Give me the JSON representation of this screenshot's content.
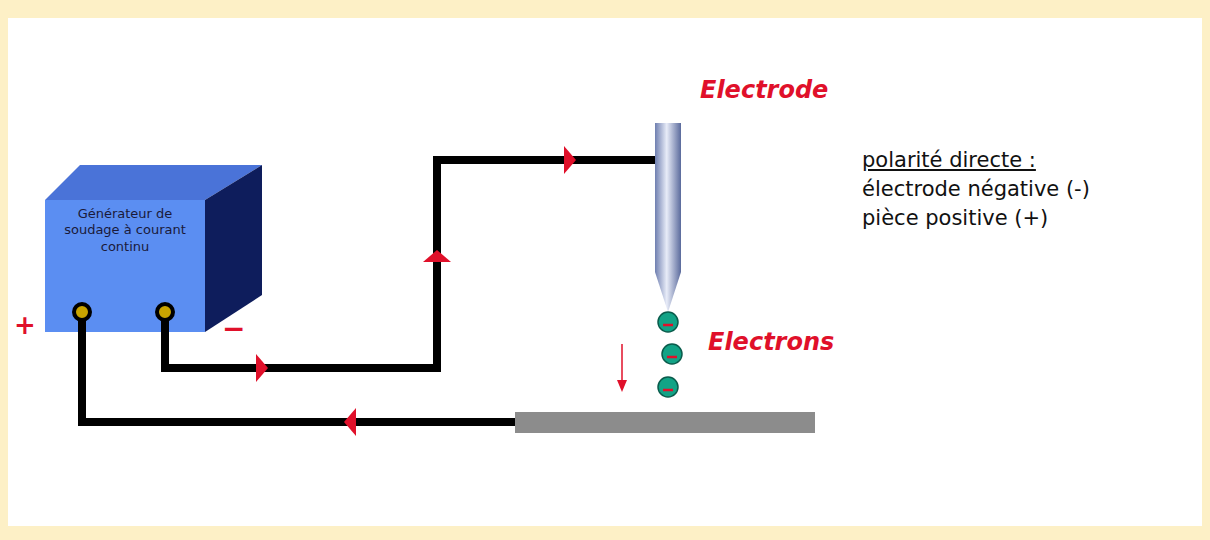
{
  "diagram": {
    "nodes": [
      {
        "text": [
          "Générateur de soudage à courant continu"
        ]
      }
    ],
    "labels": [
      "+",
      "−",
      "Electrode",
      "Electrons",
      "polarité directe :",
      "électrode négative (-)",
      "pièce positive (+)"
    ]
  }
}
